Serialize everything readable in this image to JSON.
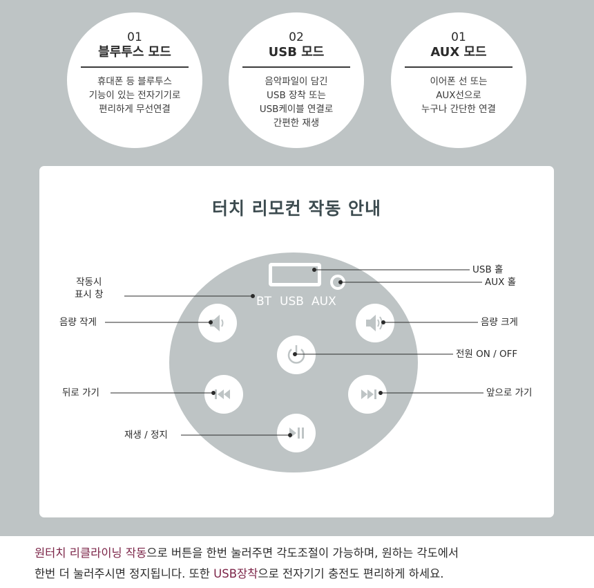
{
  "modes": [
    {
      "num": "01",
      "title": "블루투스 모드",
      "desc": [
        "휴대폰 등 블루투스",
        "기능이 있는 전자기기로",
        "편리하게 무선연결"
      ]
    },
    {
      "num": "02",
      "title": "USB 모드",
      "desc": [
        "음악파일이 담긴",
        "USB 장착 또는",
        "USB케이블 연결로",
        "간편한 재생"
      ]
    },
    {
      "num": "01",
      "title": "AUX 모드",
      "desc": [
        "이어폰 선 또는",
        "AUX선으로",
        "누구나 간단한 연결"
      ]
    }
  ],
  "card": {
    "title": "터치 리모컨 작동 안내"
  },
  "indicators": {
    "bt": "BT",
    "usb": "USB",
    "aux": "AUX"
  },
  "labels": {
    "usb_port": "USB 홀",
    "aux_port": "AUX 홀",
    "display_l1": "작동시",
    "display_l2": "표시 창",
    "vol_down": "음량 작게",
    "vol_up": "음량 크게",
    "power": "전원 ON / OFF",
    "prev": "뒤로 가기",
    "next": "앞으로 가기",
    "play": "재생 / 정지"
  },
  "footer": {
    "l1_hl": "원터치 리클라이닝 작동",
    "l1_rest": "으로 버튼을 한번 눌러주면 각도조절이 가능하며, 원하는 각도에서",
    "l2_a": "한번 더 눌러주시면 정지됩니다. 또한 ",
    "l2_hl": "USB장착",
    "l2_rest": "으로 전자기기 충전도 편리하게 하세요."
  },
  "colors": {
    "panel": "#bec4c5",
    "accent": "#7c2548",
    "icon": "#bec4c5"
  }
}
